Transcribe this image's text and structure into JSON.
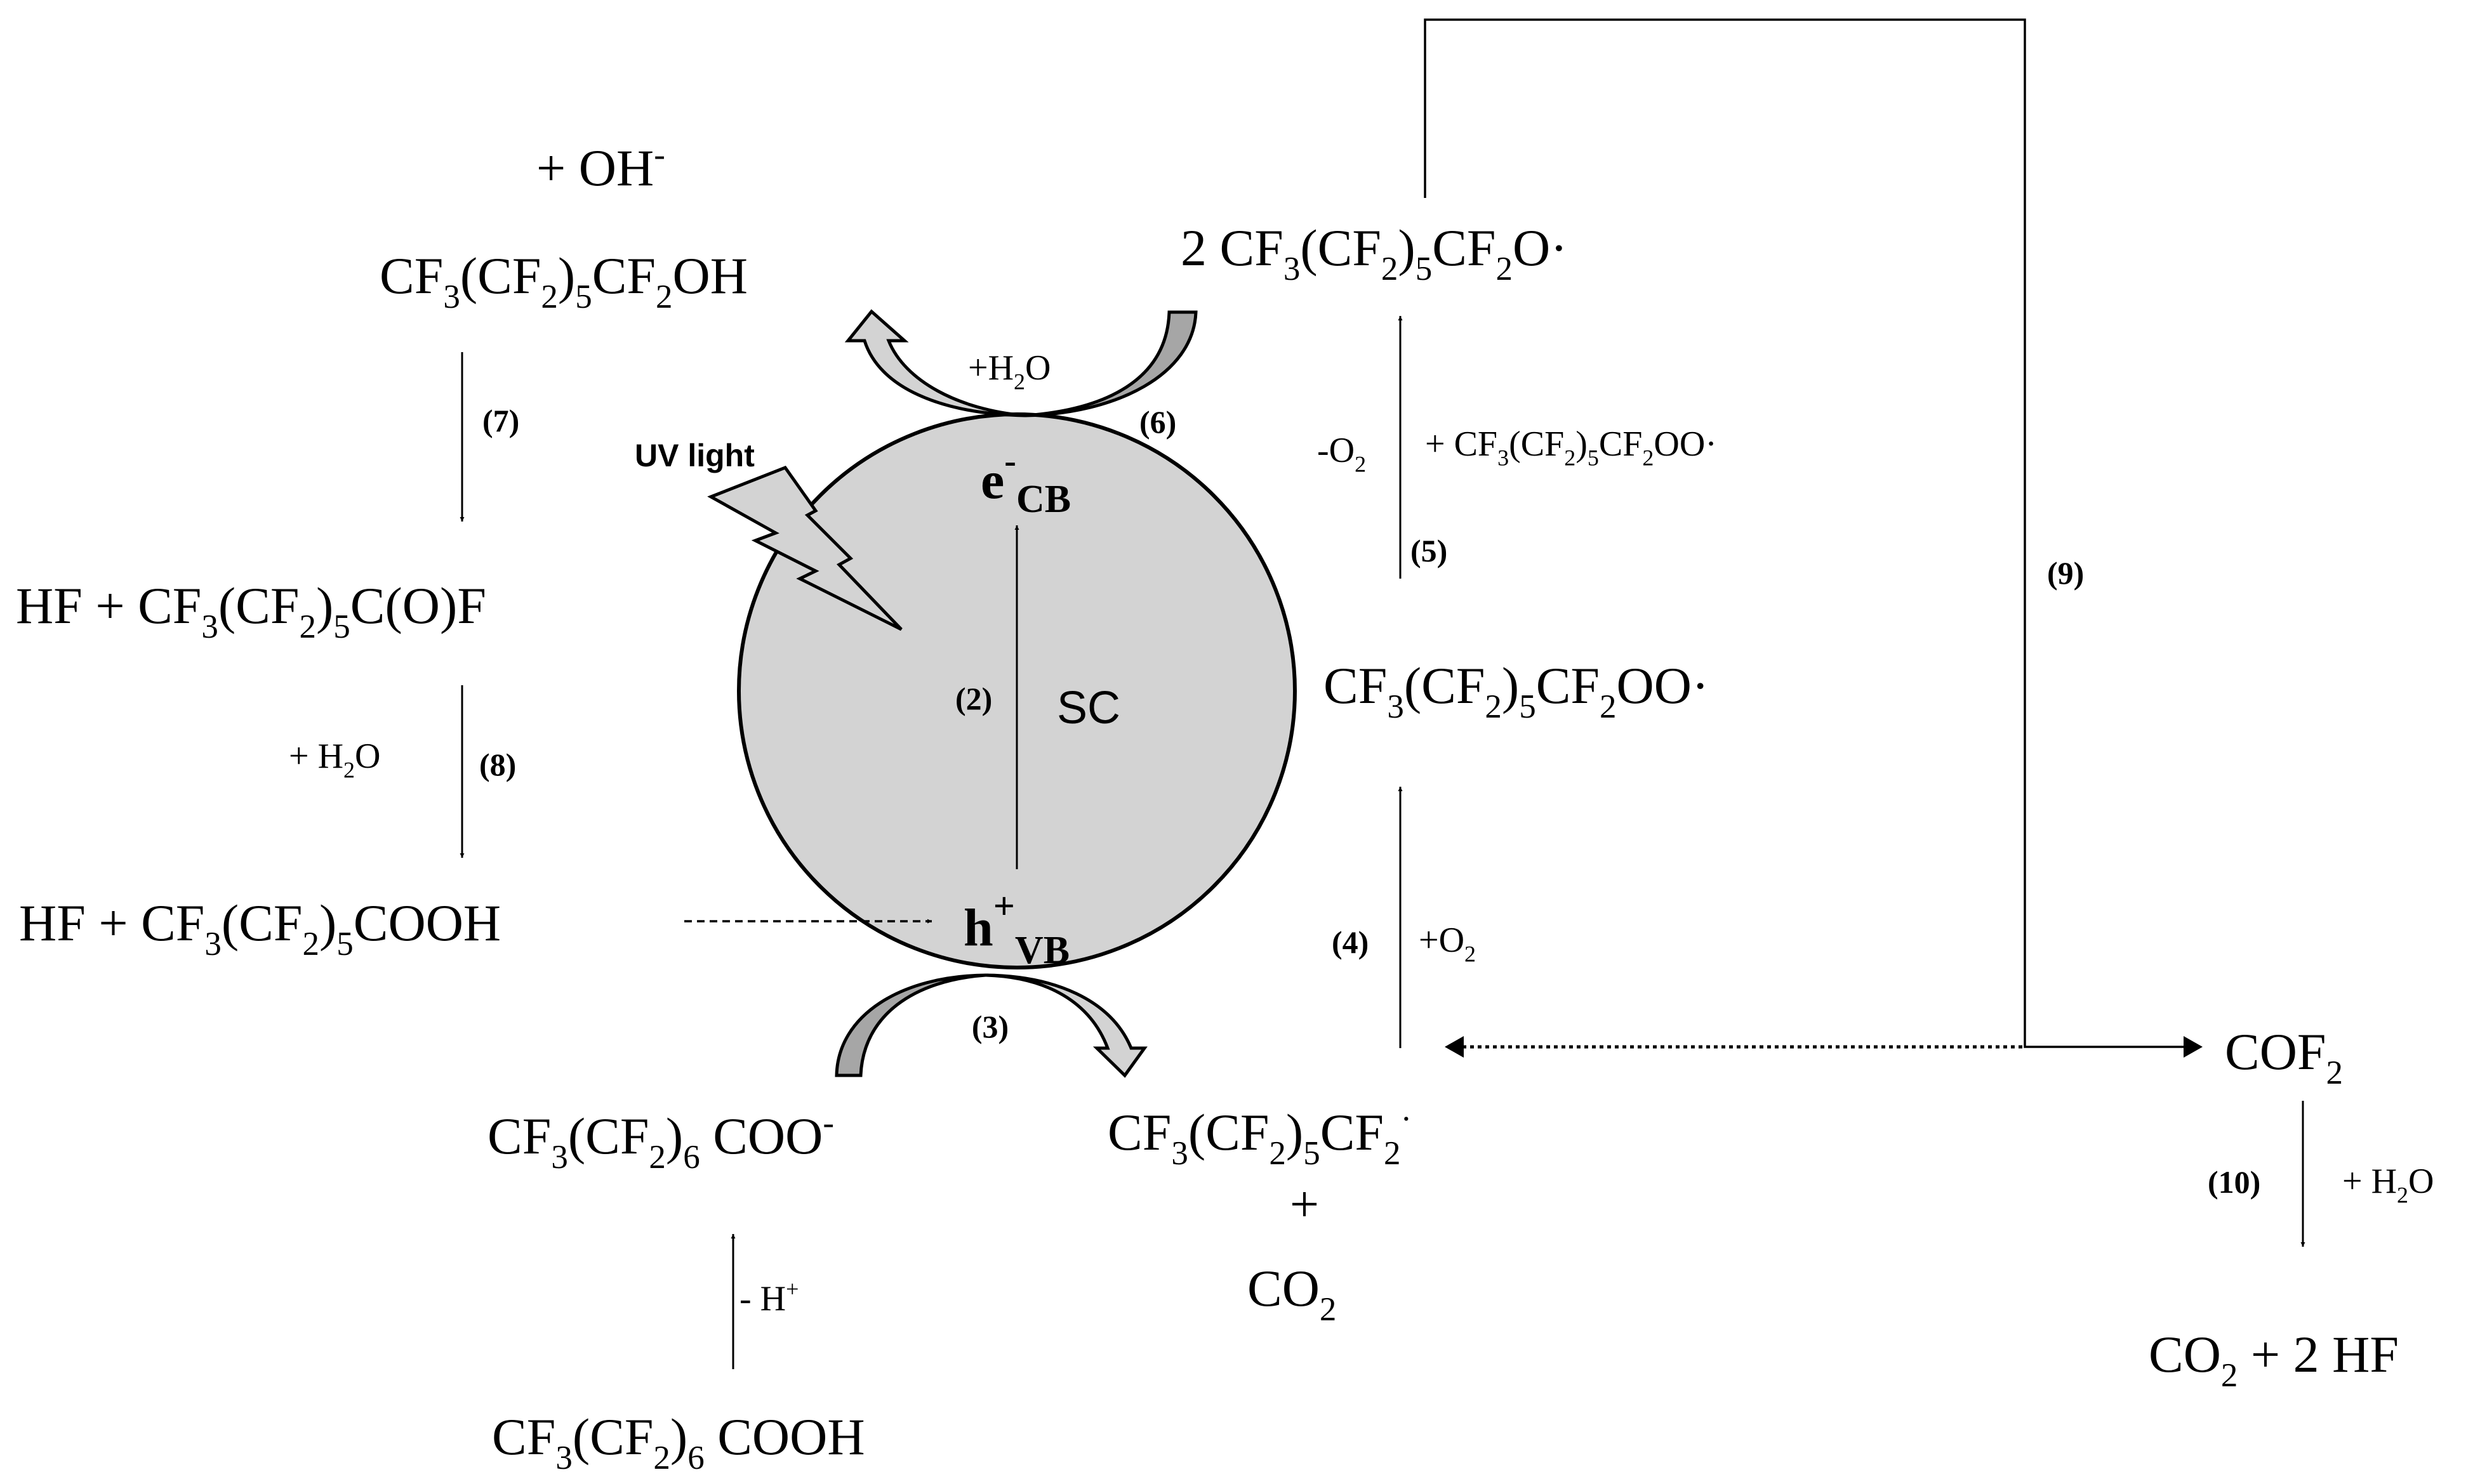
{
  "colors": {
    "particle_fill": "#d3d3d3",
    "arrow_light": "#d3d3d3",
    "arrow_dark": "#a6a6a6",
    "stroke": "#000000",
    "background": "#ffffff"
  },
  "particle": {
    "label": "SC",
    "cb": {
      "main": "e",
      "sup": "-",
      "sub": "CB"
    },
    "vb": {
      "main": "h",
      "sup": "+",
      "sub": "VB"
    },
    "uv_label": "UV light"
  },
  "species": {
    "oh": [
      {
        "t": "+ OH",
        "s": ""
      },
      {
        "t": "-",
        "s": "sup"
      }
    ],
    "alcohol": [
      {
        "t": "CF",
        "s": ""
      },
      {
        "t": "3",
        "s": "sub"
      },
      {
        "t": "(CF",
        "s": ""
      },
      {
        "t": "2",
        "s": "sub"
      },
      {
        "t": ")",
        "s": ""
      },
      {
        "t": "5",
        "s": "sub"
      },
      {
        "t": "CF",
        "s": ""
      },
      {
        "t": "2",
        "s": "sub"
      },
      {
        "t": "OH",
        "s": ""
      }
    ],
    "acyl_fluoride": [
      {
        "t": "HF + CF",
        "s": ""
      },
      {
        "t": "3",
        "s": "sub"
      },
      {
        "t": "(CF",
        "s": ""
      },
      {
        "t": "2",
        "s": "sub"
      },
      {
        "t": ")",
        "s": ""
      },
      {
        "t": "5",
        "s": "sub"
      },
      {
        "t": "C(O)F",
        "s": ""
      }
    ],
    "pfhpa": [
      {
        "t": "HF + CF",
        "s": ""
      },
      {
        "t": "3",
        "s": "sub"
      },
      {
        "t": "(CF",
        "s": ""
      },
      {
        "t": "2",
        "s": "sub"
      },
      {
        "t": ")",
        "s": ""
      },
      {
        "t": "5",
        "s": "sub"
      },
      {
        "t": "COOH",
        "s": ""
      }
    ],
    "pfoa_anion": [
      {
        "t": "CF",
        "s": ""
      },
      {
        "t": "3",
        "s": "sub"
      },
      {
        "t": "(CF",
        "s": ""
      },
      {
        "t": "2",
        "s": "sub"
      },
      {
        "t": ")",
        "s": ""
      },
      {
        "t": "6",
        "s": "sub"
      },
      {
        "t": " COO",
        "s": ""
      },
      {
        "t": "-",
        "s": "sup"
      }
    ],
    "pfoa": [
      {
        "t": "CF",
        "s": ""
      },
      {
        "t": "3",
        "s": "sub"
      },
      {
        "t": "(CF",
        "s": ""
      },
      {
        "t": "2",
        "s": "sub"
      },
      {
        "t": ")",
        "s": ""
      },
      {
        "t": "6",
        "s": "sub"
      },
      {
        "t": " COOH",
        "s": ""
      }
    ],
    "radical": [
      {
        "t": "CF",
        "s": ""
      },
      {
        "t": "3",
        "s": "sub"
      },
      {
        "t": "(CF",
        "s": ""
      },
      {
        "t": "2",
        "s": "sub"
      },
      {
        "t": ")",
        "s": ""
      },
      {
        "t": "5",
        "s": "sub"
      },
      {
        "t": "CF",
        "s": ""
      },
      {
        "t": "2",
        "s": "sub"
      },
      {
        "t": "·",
        "s": "sup"
      }
    ],
    "plus": [
      {
        "t": "+",
        "s": ""
      }
    ],
    "co2": [
      {
        "t": "CO",
        "s": ""
      },
      {
        "t": "2",
        "s": "sub"
      }
    ],
    "peroxy": [
      {
        "t": "CF",
        "s": ""
      },
      {
        "t": "3",
        "s": "sub"
      },
      {
        "t": "(CF",
        "s": ""
      },
      {
        "t": "2",
        "s": "sub"
      },
      {
        "t": ")",
        "s": ""
      },
      {
        "t": "5",
        "s": "sub"
      },
      {
        "t": "CF",
        "s": ""
      },
      {
        "t": "2",
        "s": "sub"
      },
      {
        "t": "OO·",
        "s": ""
      }
    ],
    "alkoxy": [
      {
        "t": "2 CF",
        "s": ""
      },
      {
        "t": "3",
        "s": "sub"
      },
      {
        "t": "(CF",
        "s": ""
      },
      {
        "t": "2",
        "s": "sub"
      },
      {
        "t": ")",
        "s": ""
      },
      {
        "t": "5",
        "s": "sub"
      },
      {
        "t": "CF",
        "s": ""
      },
      {
        "t": "2",
        "s": "sub"
      },
      {
        "t": "O·",
        "s": ""
      }
    ],
    "cof2": [
      {
        "t": "COF",
        "s": ""
      },
      {
        "t": "2",
        "s": "sub"
      }
    ],
    "final": [
      {
        "t": "CO",
        "s": ""
      },
      {
        "t": "2",
        "s": "sub"
      },
      {
        "t": " + 2 HF",
        "s": ""
      }
    ]
  },
  "conditions": {
    "h2o_6": [
      {
        "t": "+H",
        "s": ""
      },
      {
        "t": "2",
        "s": "sub"
      },
      {
        "t": "O",
        "s": ""
      }
    ],
    "h2o_8": [
      {
        "t": "+ H",
        "s": ""
      },
      {
        "t": "2",
        "s": "sub"
      },
      {
        "t": "O",
        "s": ""
      }
    ],
    "minus_h": [
      {
        "t": "- H",
        "s": ""
      },
      {
        "t": "+",
        "s": "sup"
      }
    ],
    "plus_o2": [
      {
        "t": "+O",
        "s": ""
      },
      {
        "t": "2",
        "s": "sub"
      }
    ],
    "minus_o2": [
      {
        "t": "-O",
        "s": ""
      },
      {
        "t": "2",
        "s": "sub"
      }
    ],
    "plus_peroxy": [
      {
        "t": "+ CF",
        "s": ""
      },
      {
        "t": "3",
        "s": "sub"
      },
      {
        "t": "(CF",
        "s": ""
      },
      {
        "t": "2",
        "s": "sub"
      },
      {
        "t": ")",
        "s": ""
      },
      {
        "t": "5",
        "s": "sub"
      },
      {
        "t": "CF",
        "s": ""
      },
      {
        "t": "2",
        "s": "sub"
      },
      {
        "t": "OO·",
        "s": ""
      }
    ],
    "h2o_10": [
      {
        "t": "+ H",
        "s": ""
      },
      {
        "t": "2",
        "s": "sub"
      },
      {
        "t": "O",
        "s": ""
      }
    ]
  },
  "steps": {
    "s2": "(2)",
    "s3": "(3)",
    "s4": "(4)",
    "s5": "(5)",
    "s6": "(6)",
    "s7": "(7)",
    "s8": "(8)",
    "s9": "(9)",
    "s10": "(10)"
  }
}
